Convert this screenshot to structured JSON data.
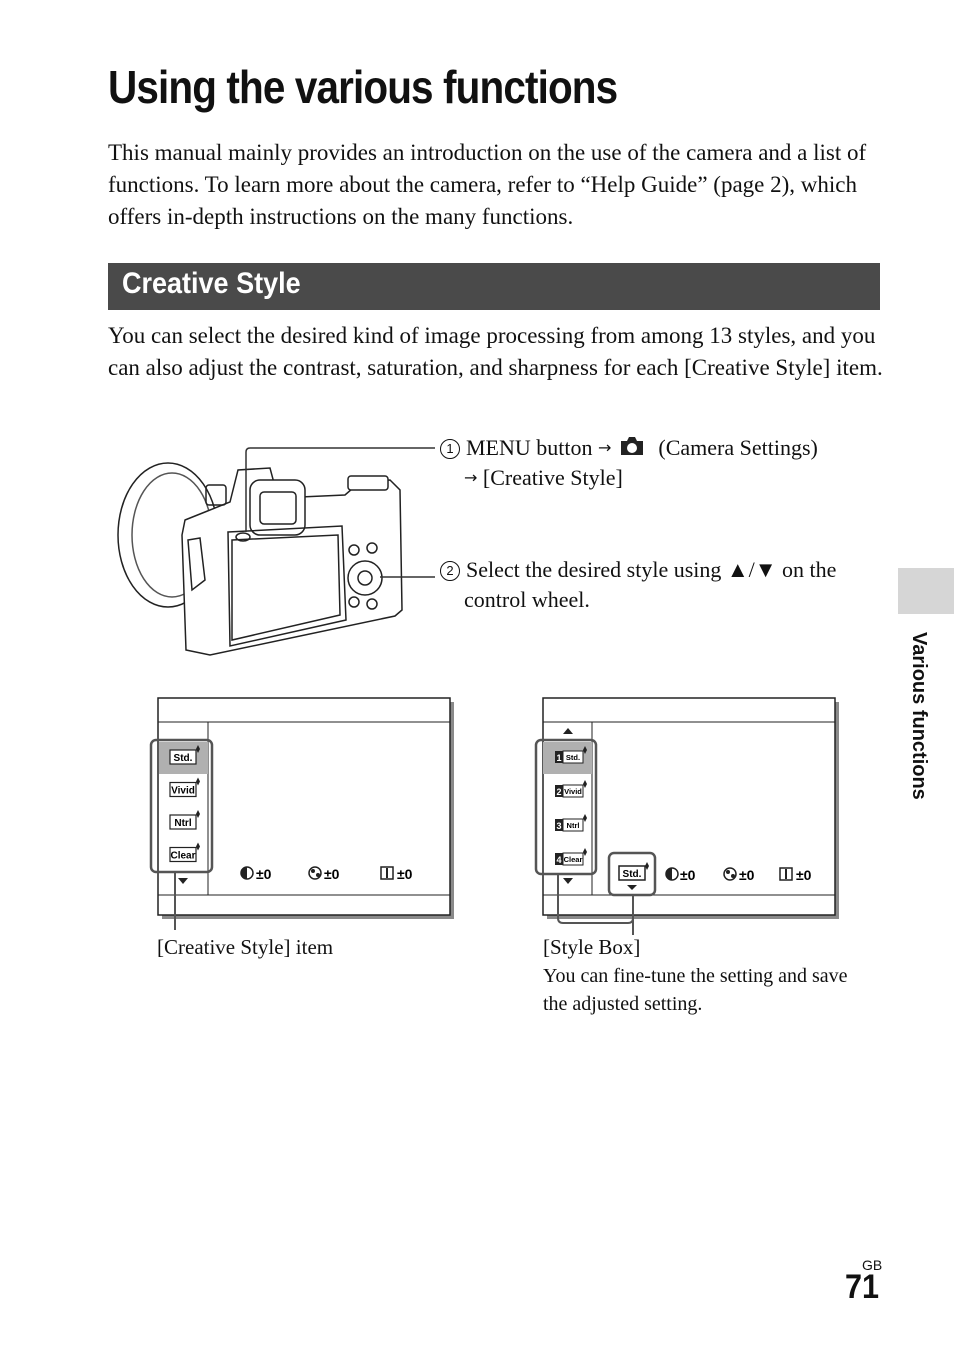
{
  "page": {
    "title": "Using the various functions",
    "intro": "This manual mainly provides an introduction on the use of the camera and a list of functions. To learn more about the camera, refer to “Help Guide” (page 2), which offers in-depth instructions on the many functions.",
    "side_tab_label": "Various functions",
    "page_number": "71",
    "region_code": "GB"
  },
  "section": {
    "title": "Creative Style",
    "description": "You can select the desired kind of image processing from among 13 styles, and you can also adjust the contrast, saturation, and sharpness for each [Creative Style] item."
  },
  "steps": [
    {
      "number": "1",
      "text_a": "MENU button",
      "text_b": "(Camera Settings)",
      "text_c": "[Creative Style]"
    },
    {
      "number": "2",
      "text": "Select the desired style using ▲/▼ on the control wheel."
    }
  ],
  "icons": {
    "arrow": "→",
    "camera_settings_icon": "camera-icon"
  },
  "screen_left": {
    "styles": [
      "Std.",
      "Vivid",
      "Ntrl",
      "Clear"
    ],
    "values": [
      "±0",
      "±0",
      "±0"
    ],
    "caption": "[Creative Style] item"
  },
  "screen_right": {
    "styles": [
      "Std.",
      "Vivid",
      "Ntrl",
      "Clear"
    ],
    "style_numbers": [
      "1",
      "2",
      "3",
      "4"
    ],
    "style_box": "Std.",
    "values": [
      "±0",
      "±0",
      "±0"
    ],
    "caption_title": "[Style Box]",
    "caption_text": "You can fine-tune the setting and save the adjusted setting."
  }
}
